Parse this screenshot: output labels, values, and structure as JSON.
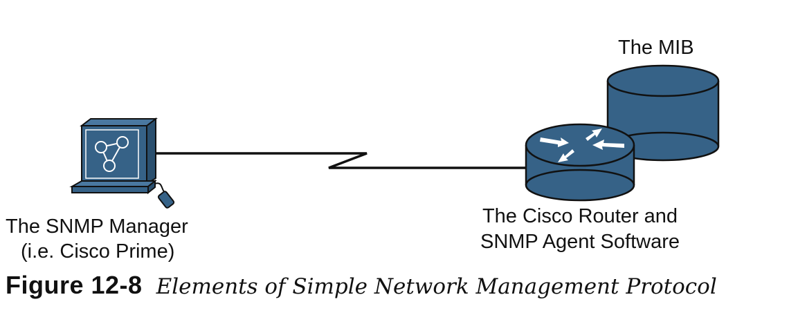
{
  "colors": {
    "device": "#366287",
    "outline": "#111111",
    "link": "#111111"
  },
  "icons": [
    "computer-workstation-icon",
    "router-icon",
    "database-icon"
  ],
  "labels": {
    "mib": "The MIB",
    "manager_line1": "The SNMP Manager",
    "manager_line2": "(i.e. Cisco Prime)",
    "router_line1": "The Cisco Router and",
    "router_line2": "SNMP Agent Software"
  },
  "caption": {
    "number": "Figure 12-8",
    "title": "Elements of Simple Network Management Protocol"
  }
}
